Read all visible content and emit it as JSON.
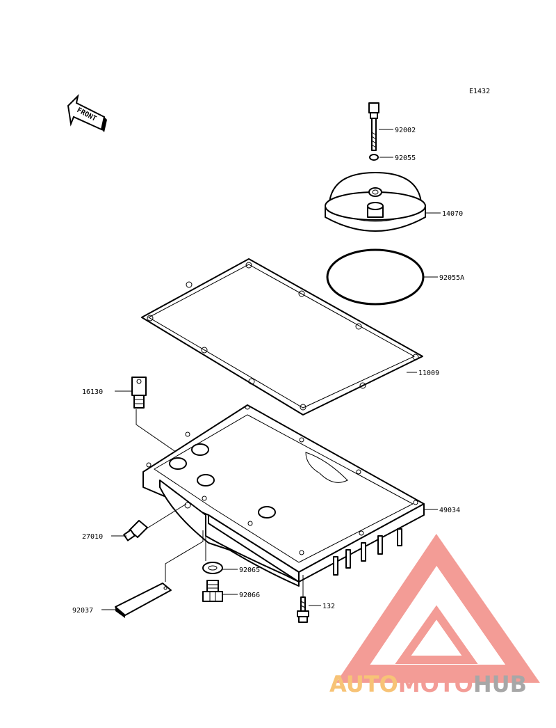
{
  "diagram_code": "E1432",
  "front_label": "FRONT",
  "parts": {
    "bolt": "92002",
    "oring_small": "92055",
    "filter_cover": "14070",
    "oring_large": "92055A",
    "gasket": "11009",
    "fitting": "16130",
    "oil_pan": "49034",
    "pressure_switch": "27010",
    "washer": "92065",
    "drain_plug": "92066",
    "baffle_plate": "92037",
    "pan_bolt": "132"
  },
  "watermark": {
    "part1": "AUTO",
    "part2": "MOTO",
    "part3": "HUB",
    "color_orange": "#f5b04a",
    "color_red": "#ef7c73",
    "color_gray": "#8a8a8a"
  }
}
